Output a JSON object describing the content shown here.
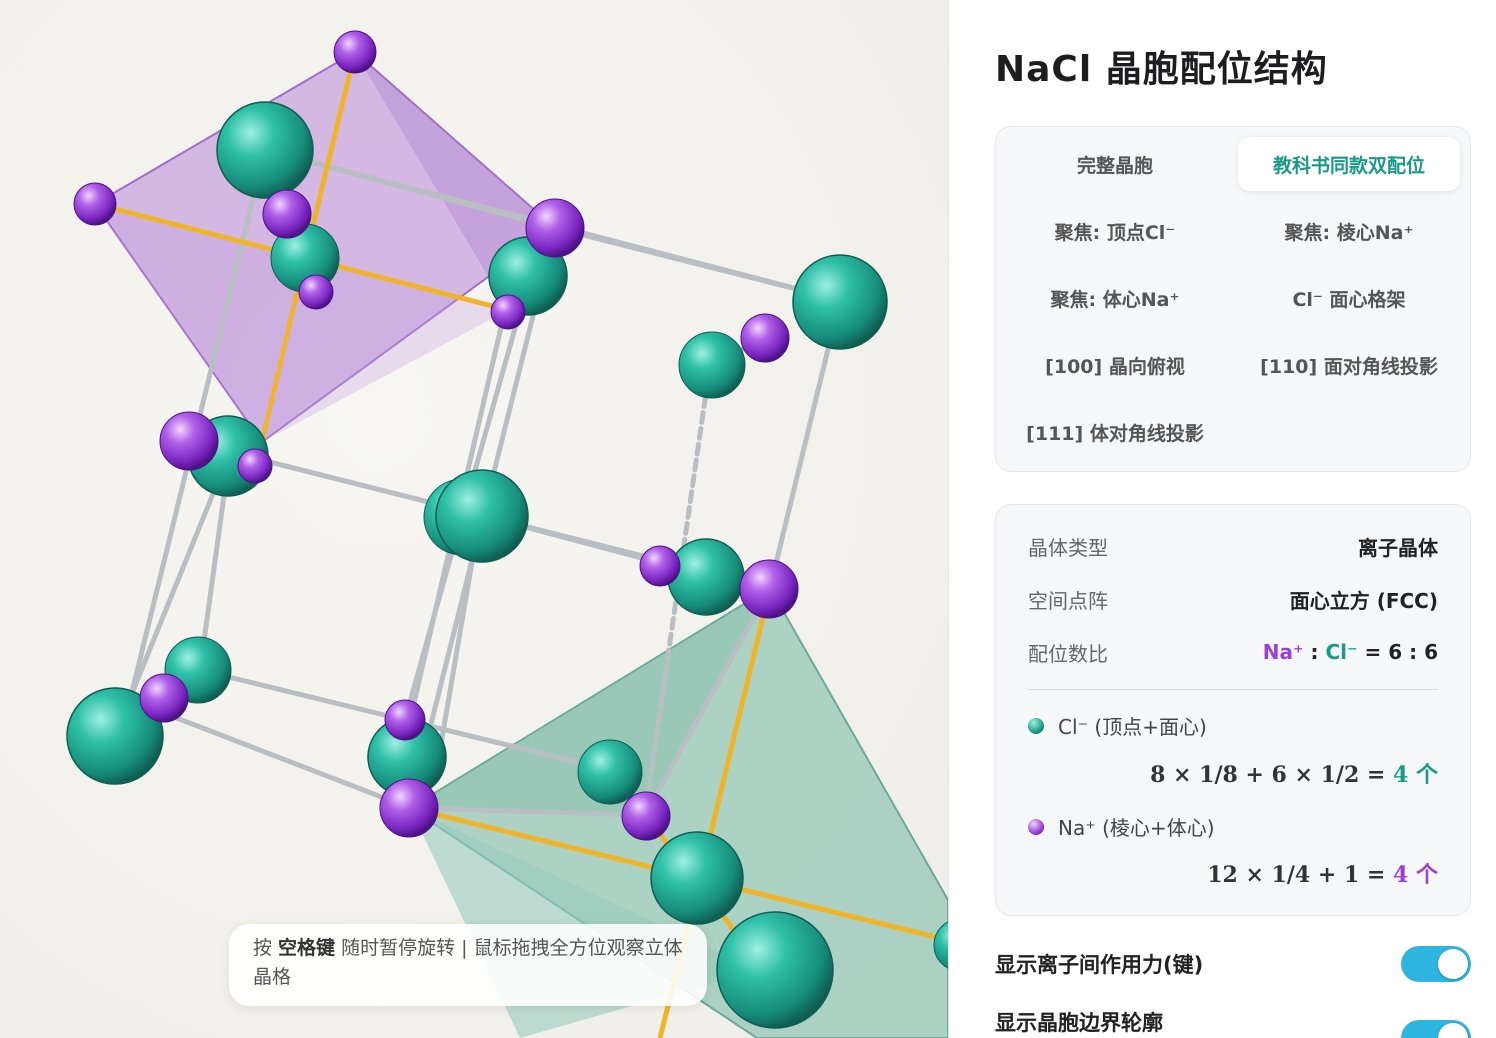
{
  "panel": {
    "title": "NaCl 晶胞配位结构",
    "modes": [
      {
        "label": "完整晶胞",
        "active": false
      },
      {
        "label": "教科书同款双配位",
        "active": true
      },
      {
        "label": "聚焦: 顶点Cl⁻",
        "active": false
      },
      {
        "label": "聚焦: 棱心Na⁺",
        "active": false
      },
      {
        "label": "聚焦: 体心Na⁺",
        "active": false
      },
      {
        "label": "Cl⁻ 面心格架",
        "active": false
      },
      {
        "label": "[100] 晶向俯视",
        "active": false
      },
      {
        "label": "[110] 面对角线投影",
        "active": false
      },
      {
        "label": "[111] 体对角线投影",
        "active": false
      }
    ],
    "info": {
      "crystal_type_label": "晶体类型",
      "crystal_type_value": "离子晶体",
      "lattice_label": "空间点阵",
      "lattice_value": "面心立方 (FCC)",
      "ratio_label": "配位数比",
      "ratio_na": "Na⁺",
      "ratio_sep": " : ",
      "ratio_cl": "Cl⁻",
      "ratio_value": " = 6 : 6",
      "cl_ion_label": "Cl⁻ (顶点+面心)",
      "cl_formula": "8 × 1/8 + 6 × 1/2 = ",
      "cl_count": "4 个",
      "na_ion_label": "Na⁺ (棱心+体心)",
      "na_formula": "12 × 1/4 + 1 = ",
      "na_count": "4 个"
    },
    "toggles": [
      {
        "label": "显示离子间作用力(键)",
        "on": true
      },
      {
        "label": "显示晶胞边界轮廓",
        "on": true
      }
    ]
  },
  "hint": {
    "prefix": "按 ",
    "key": "空格键",
    "suffix": " 随时暂停旋转 | 鼠标拖拽全方位观察立体晶格"
  },
  "colors": {
    "cl": "#1a9a85",
    "na": "#9b3fd6",
    "bond": "#f0b429",
    "edge": "#b9bec2",
    "toggle_on": "#2fb6e0"
  }
}
